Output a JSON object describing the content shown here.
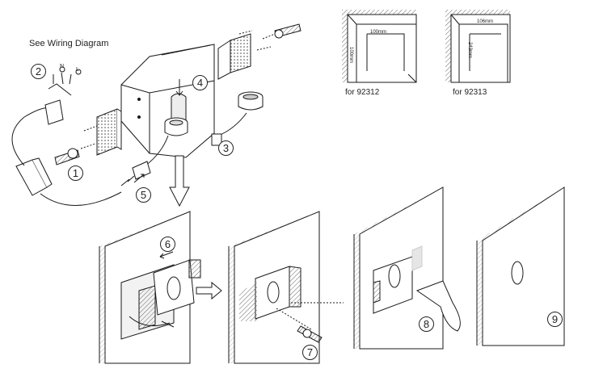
{
  "wiring_label": "See Wiring Diagram",
  "wire_marks": [
    "N",
    "L"
  ],
  "steps": [
    "1",
    "2",
    "3",
    "4",
    "5",
    "6",
    "7",
    "8",
    "9"
  ],
  "dimensions": {
    "model_a": {
      "width": "100mm",
      "height": "100mm",
      "caption": "for 92312"
    },
    "model_b": {
      "width": "106mm",
      "height": "243mm",
      "caption": "for 92313"
    }
  },
  "colors": {
    "line": "#1a1a1a",
    "hatch": "#888888",
    "fill": "#f2f2f2"
  }
}
